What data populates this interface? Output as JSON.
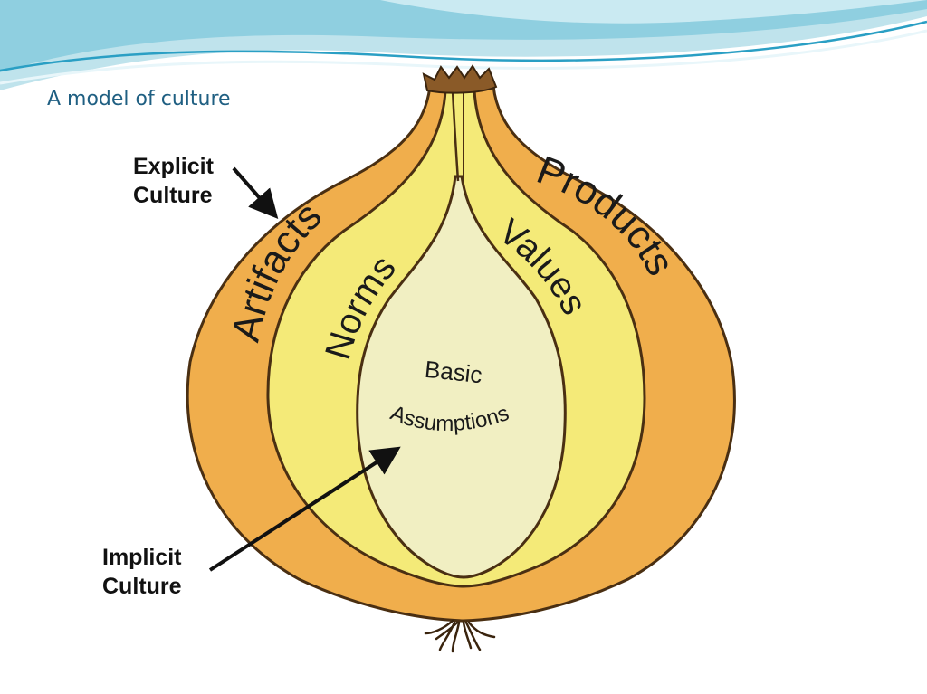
{
  "slide": {
    "title": "A model of culture"
  },
  "callouts": {
    "explicit": {
      "line1": "Explicit",
      "line2": "Culture"
    },
    "implicit": {
      "line1": "Implicit",
      "line2": "Culture"
    }
  },
  "onion": {
    "outer_left": "Artifacts",
    "outer_right": "Products",
    "middle_left": "Norms",
    "middle_right": "Values",
    "core_line1": "Basic",
    "core_line2": "Assumptions"
  },
  "colors": {
    "outer_layer": "#f0ae4c",
    "middle_layer": "#f4ea78",
    "core": "#f1efc2",
    "outline": "#4a2f12",
    "wave_top": "#a8d8e4",
    "title_text": "#1f5f82"
  }
}
